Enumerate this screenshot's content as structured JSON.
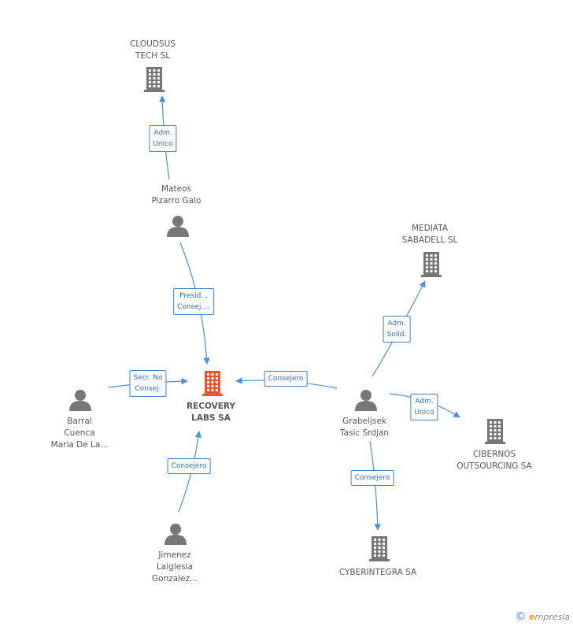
{
  "colors": {
    "company": "#777777",
    "main_company": "#f0532d",
    "person": "#777777",
    "edge": "#4a8fd8"
  },
  "nodes": {
    "cloudsus": {
      "type": "company",
      "lines": [
        "CLOUDSUS",
        "TECH SL"
      ]
    },
    "mateos": {
      "type": "person",
      "lines": [
        "Mateos",
        "Pizarro Galo"
      ]
    },
    "recovery": {
      "type": "main_company",
      "lines": [
        "RECOVERY",
        "LABS SA"
      ]
    },
    "barral": {
      "type": "person",
      "lines": [
        "Barral",
        "Cuenca",
        "Maria De La..."
      ]
    },
    "jimenez": {
      "type": "person",
      "lines": [
        "Jimenez",
        "Laiglesia",
        "Gonzalez..."
      ]
    },
    "grabeljsek": {
      "type": "person",
      "lines": [
        "Grabeljsek",
        "Tasic Srdjan"
      ]
    },
    "mediata": {
      "type": "company",
      "lines": [
        "MEDIATA",
        "SABADELL SL"
      ]
    },
    "cibernos": {
      "type": "company",
      "lines": [
        "CIBERNOS",
        "OUTSOURCING SA"
      ]
    },
    "cyberintegra": {
      "type": "company",
      "lines": [
        "CYBERINTEGRA SA"
      ]
    }
  },
  "edges": [
    {
      "from": "mateos",
      "to": "cloudsus",
      "label": [
        "Adm.",
        "Unico"
      ]
    },
    {
      "from": "mateos",
      "to": "recovery",
      "label": [
        "Presid. ,",
        "Consej...."
      ]
    },
    {
      "from": "barral",
      "to": "recovery",
      "label": [
        "Secr.  No",
        "Consej."
      ]
    },
    {
      "from": "jimenez",
      "to": "recovery",
      "label": [
        "Consejero"
      ]
    },
    {
      "from": "grabeljsek",
      "to": "recovery",
      "label": [
        "Consejero"
      ]
    },
    {
      "from": "grabeljsek",
      "to": "mediata",
      "label": [
        "Adm.",
        "Solid."
      ]
    },
    {
      "from": "grabeljsek",
      "to": "cibernos",
      "label": [
        "Adm.",
        "Unico"
      ]
    },
    {
      "from": "grabeljsek",
      "to": "cyberintegra",
      "label": [
        "Consejero"
      ]
    }
  ],
  "watermark": {
    "copyright": "©",
    "brand_initial": "e",
    "brand_rest": "mpresia"
  }
}
